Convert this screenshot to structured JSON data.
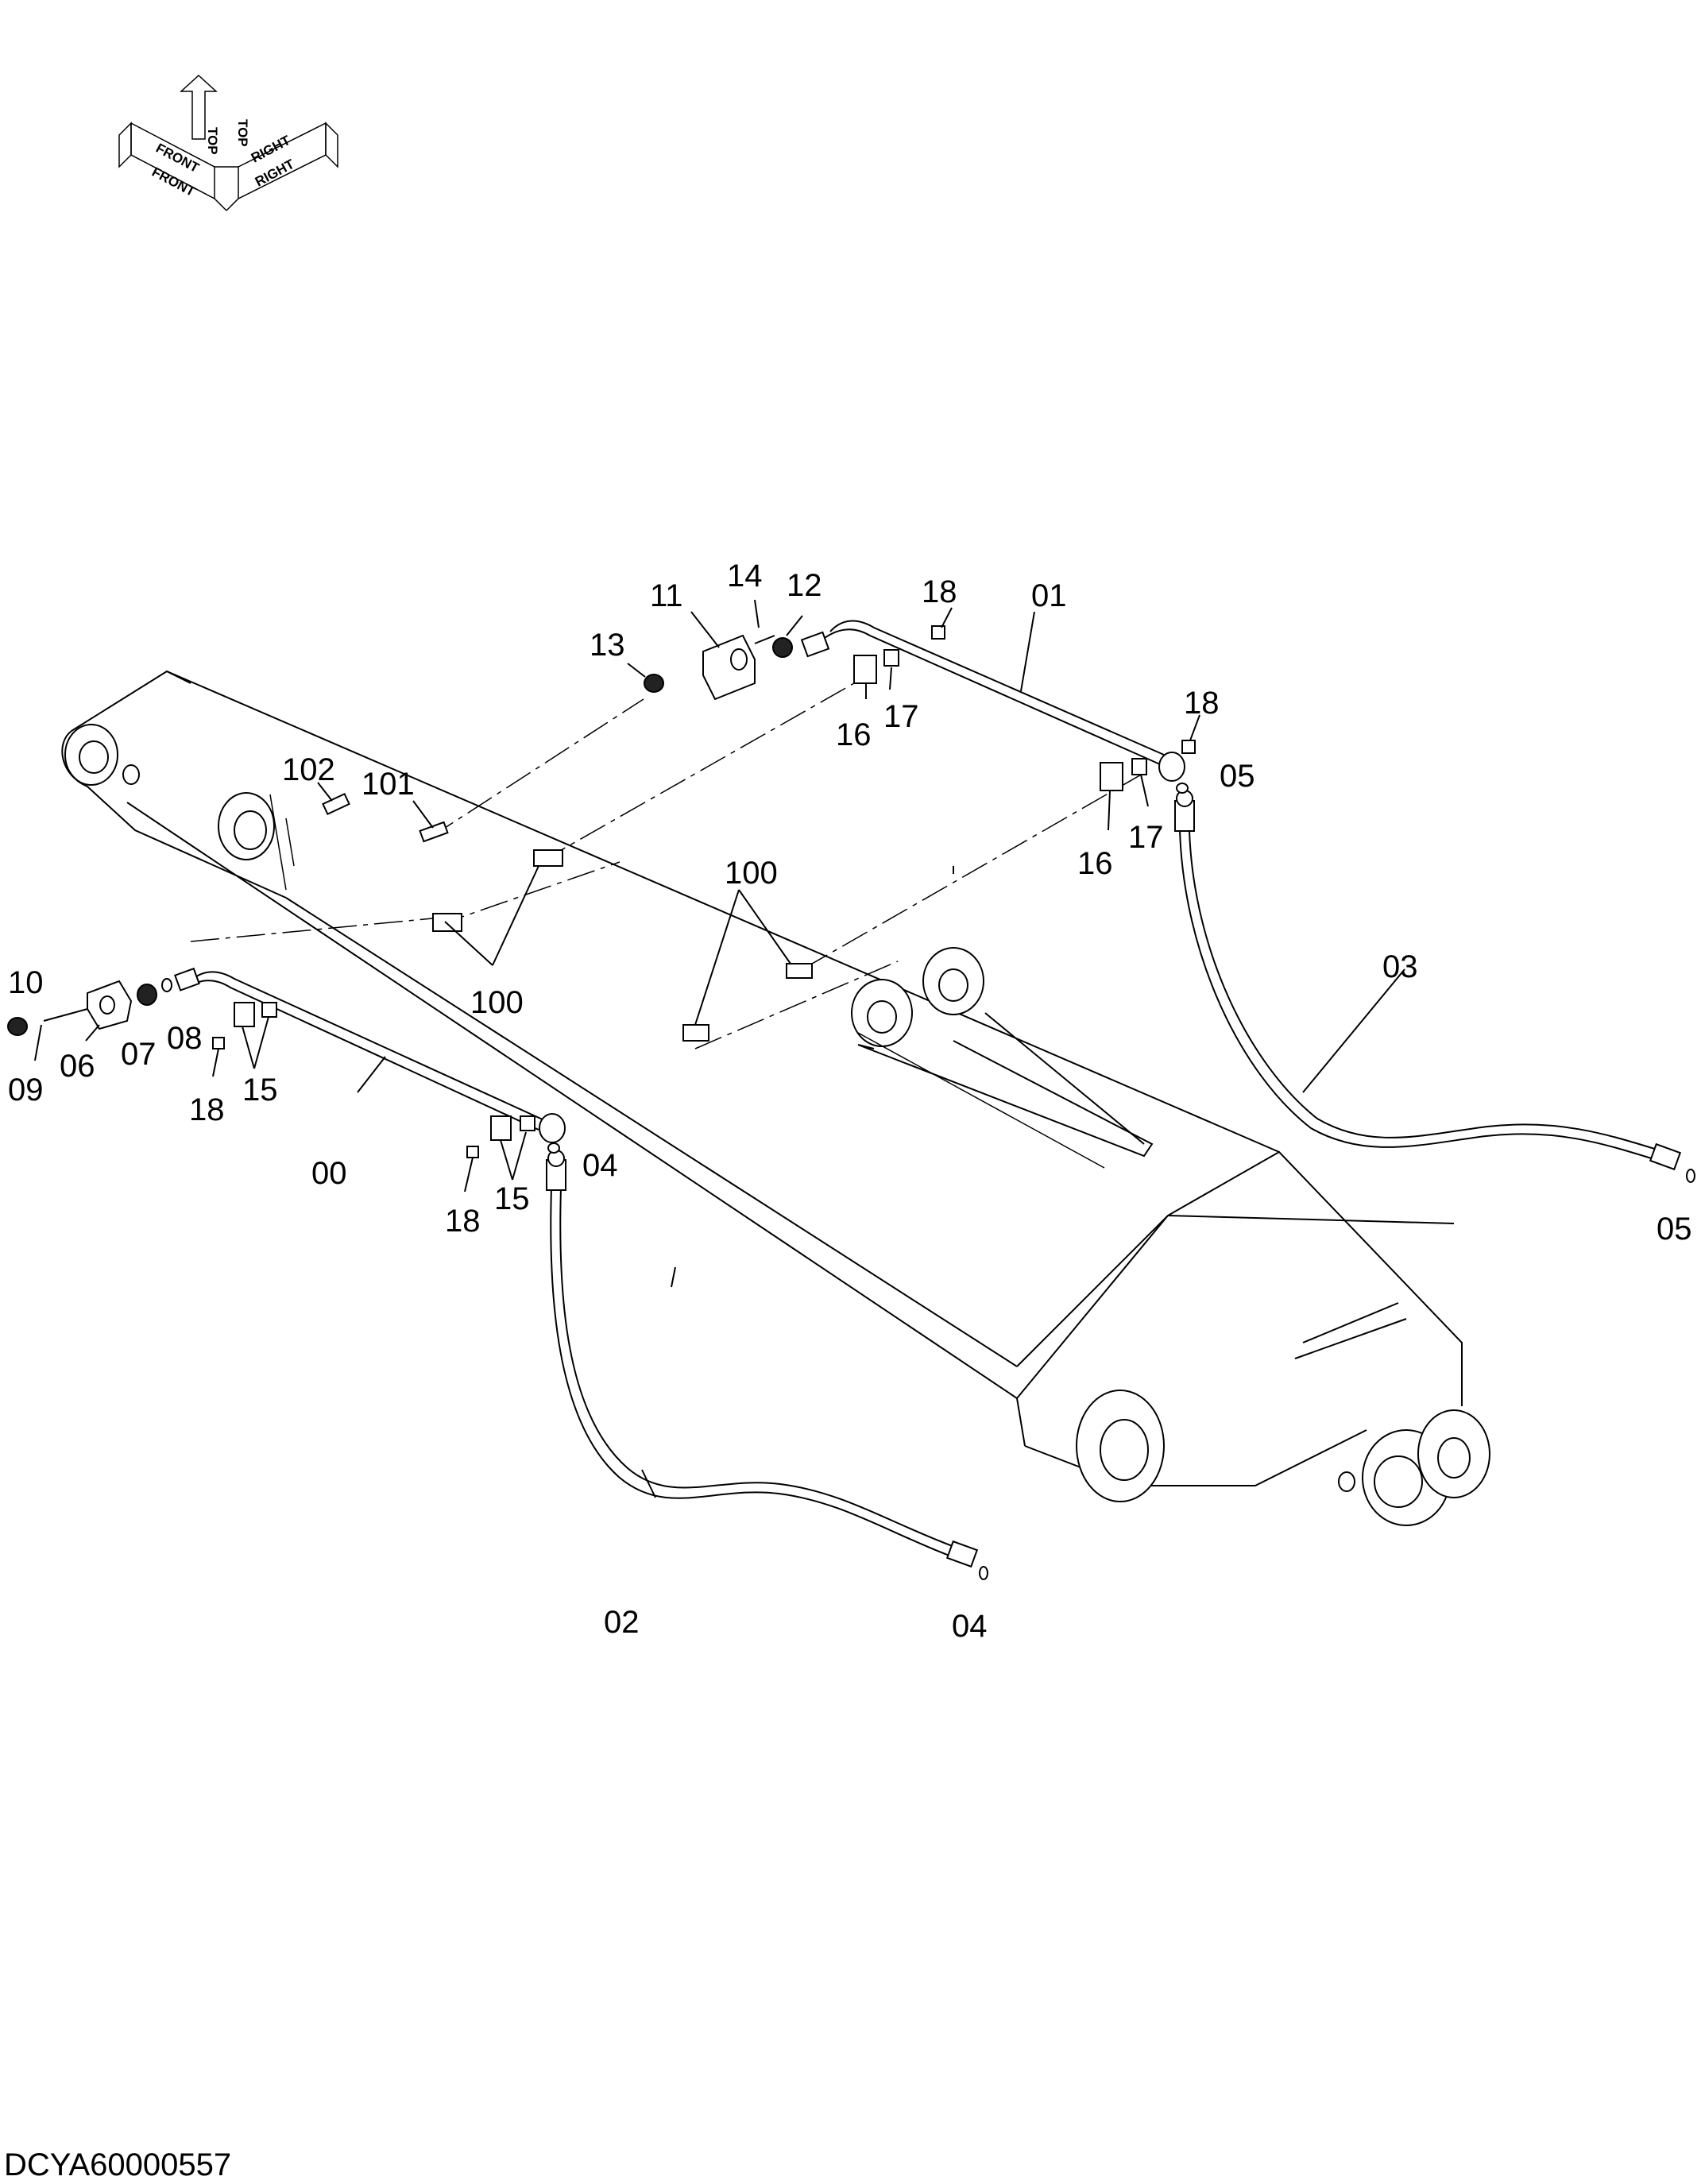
{
  "orientation": {
    "labels": [
      "FRONT",
      "FRONT",
      "TOP",
      "TOP",
      "RIGHT",
      "RIGHT"
    ]
  },
  "drawing_code": "DCYA60000557",
  "part_labels": {
    "p00": "00",
    "p01": "01",
    "p02": "02",
    "p03": "03",
    "p04a": "04",
    "p04b": "04",
    "p05a": "05",
    "p05b": "05",
    "p06": "06",
    "p07": "07",
    "p08": "08",
    "p09": "09",
    "p10": "10",
    "p11": "11",
    "p12": "12",
    "p13": "13",
    "p14": "14",
    "p15a": "15",
    "p15b": "15",
    "p16a": "16",
    "p16b": "16",
    "p17a": "17",
    "p17b": "17",
    "p18a": "18",
    "p18b": "18",
    "p18c": "18",
    "p18d": "18",
    "p100a": "100",
    "p100b": "100",
    "p101": "101",
    "p102": "102"
  }
}
